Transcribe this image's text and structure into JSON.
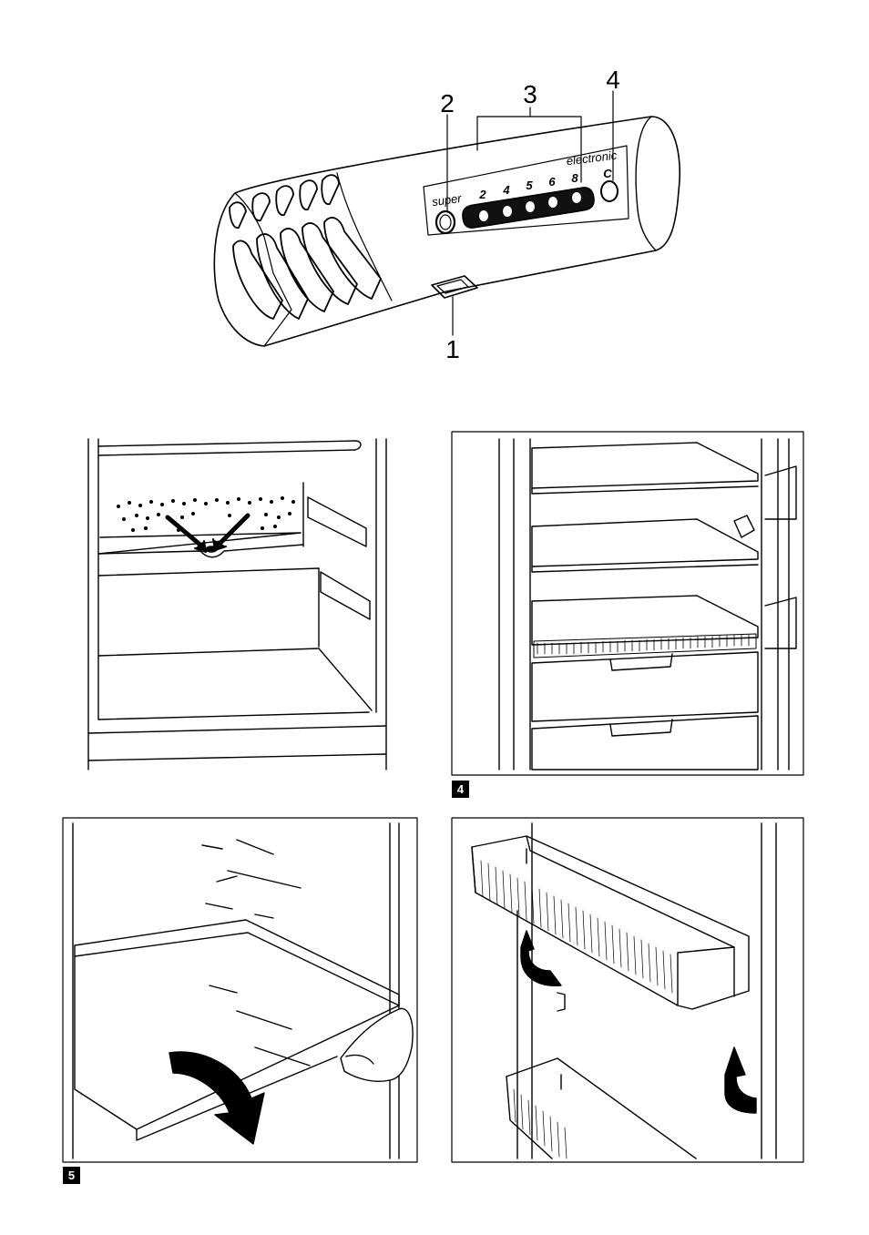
{
  "control_panel": {
    "callouts": [
      {
        "id": "1",
        "label": "1"
      },
      {
        "id": "2",
        "label": "2"
      },
      {
        "id": "3",
        "label": "3"
      },
      {
        "id": "4",
        "label": "4"
      }
    ],
    "brand_text": "electronic",
    "super_label": "super",
    "scale_labels": [
      "2",
      "4",
      "5",
      "6",
      "8"
    ],
    "c_label": "C"
  },
  "figures": {
    "fig4_badge": "4",
    "fig5_badge": "5"
  }
}
